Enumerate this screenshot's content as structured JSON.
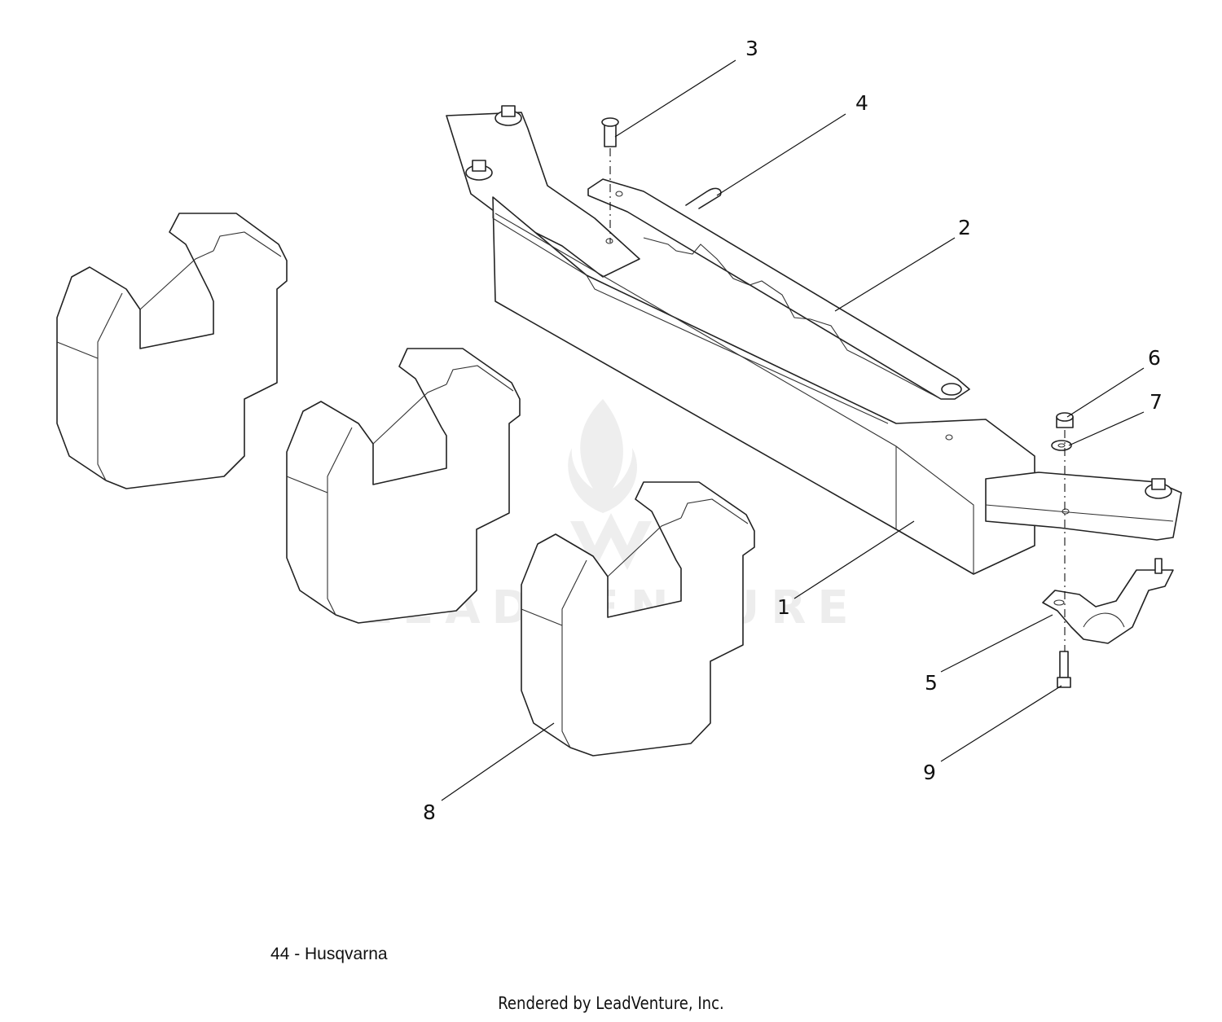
{
  "watermark": {
    "text": "LEADVENTURE",
    "color": "#ededed"
  },
  "callouts": {
    "c1": "1",
    "c2": "2",
    "c3": "3",
    "c4": "4",
    "c5": "5",
    "c6": "6",
    "c7": "7",
    "c8": "8",
    "c9": "9"
  },
  "page_label": "44 - Husqvarna",
  "footer": "Rendered by LeadVenture, Inc."
}
